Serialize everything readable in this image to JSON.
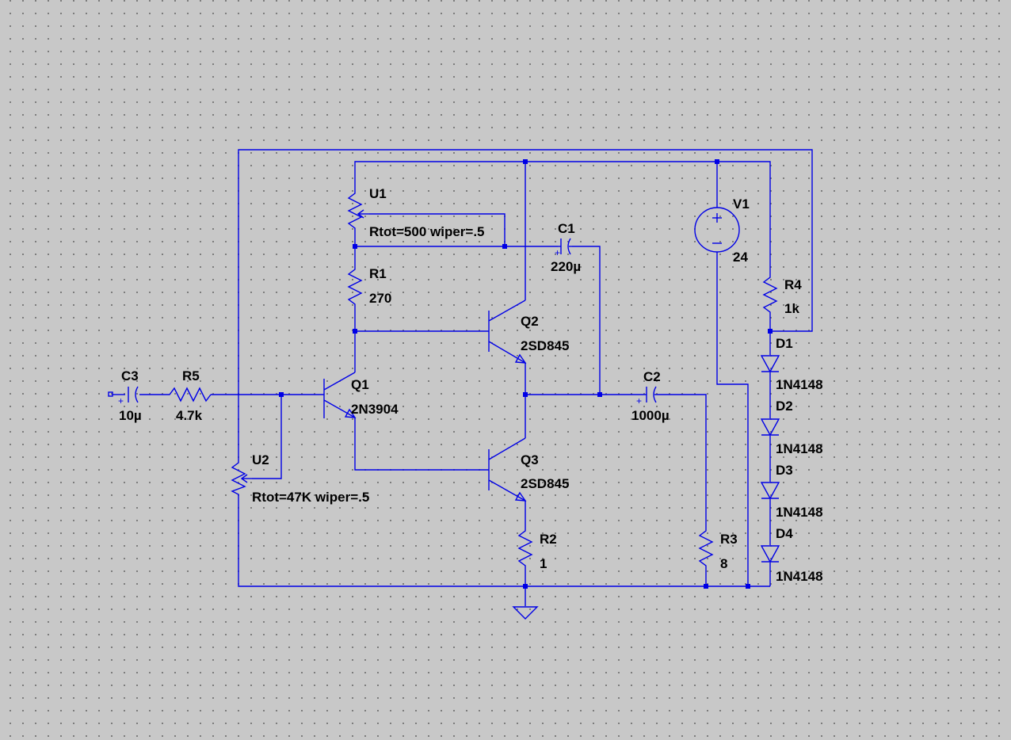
{
  "components": {
    "C3": {
      "name": "C3",
      "value": "10µ"
    },
    "R5": {
      "name": "R5",
      "value": "4.7k"
    },
    "U1": {
      "name": "U1",
      "value": "Rtot=500 wiper=.5"
    },
    "R1": {
      "name": "R1",
      "value": "270"
    },
    "C1": {
      "name": "C1",
      "value": "220µ"
    },
    "Q1": {
      "name": "Q1",
      "value": "2N3904"
    },
    "Q2": {
      "name": "Q2",
      "value": "2SD845"
    },
    "Q3": {
      "name": "Q3",
      "value": "2SD845"
    },
    "U2": {
      "name": "U2",
      "value": "Rtot=47K wiper=.5"
    },
    "R2": {
      "name": "R2",
      "value": "1"
    },
    "C2": {
      "name": "C2",
      "value": "1000µ"
    },
    "R3": {
      "name": "R3",
      "value": "8"
    },
    "V1": {
      "name": "V1",
      "value": "24"
    },
    "R4": {
      "name": "R4",
      "value": "1k"
    },
    "D1": {
      "name": "D1",
      "value": "1N4148"
    },
    "D2": {
      "name": "D2",
      "value": "1N4148"
    },
    "D3": {
      "name": "D3",
      "value": "1N4148"
    },
    "D4": {
      "name": "D4",
      "value": "1N4148"
    }
  },
  "symbols": {
    "plus": "+",
    "minus": "−"
  },
  "colors": {
    "background": "#c8c8c8",
    "grid": "#6e6e6e",
    "wire": "#0000e6",
    "label": "#000000"
  }
}
